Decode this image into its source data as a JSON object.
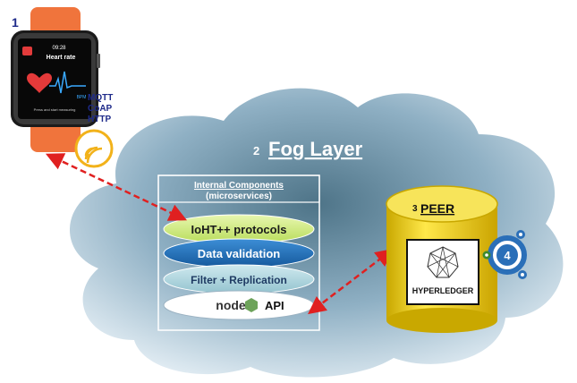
{
  "watch": {
    "step": "1",
    "time": "09:28",
    "screen_title": "Heart rate",
    "unit": "BPM",
    "hint": "Press and start measuring",
    "protocols": [
      "MQTT",
      "CoAP",
      "HTTP"
    ]
  },
  "fog": {
    "step": "2",
    "title": "Fog Layer"
  },
  "components": {
    "header_line1": "Internal Components",
    "header_line2": "(microservices)",
    "items": [
      "IoHT++ protocols",
      "Data validation",
      "Filter + Replication"
    ],
    "api_logo": "node",
    "api_label": "API"
  },
  "peer": {
    "step": "3",
    "title": "PEER",
    "logo_label": "HYPERLEDGER",
    "badge": "4"
  },
  "colors": {
    "watch_strap": "#f0743c",
    "protocol_text": "#1e2a8a",
    "arrow": "#e02020",
    "pill_green": "#cde87a",
    "pill_blue": "#1f6fb5",
    "pill_lightblue": "#a9d3dc",
    "peer_gold": "#f2d21a",
    "badge_blue": "#2a6fb8"
  }
}
